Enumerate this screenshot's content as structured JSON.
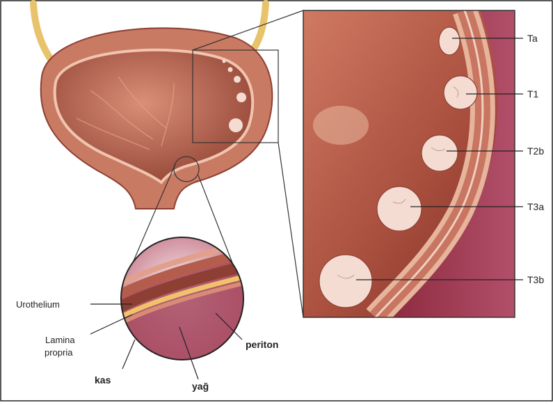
{
  "colors": {
    "tissue": "#c97a63",
    "tissue_dark": "#8e3f33",
    "lumen": "#b3614d",
    "fat": "#f0c36a",
    "backdrop": "#7b1f37",
    "tumor": "#f4dcd3",
    "ureter": "#e9c36c"
  },
  "detail": {
    "labels": {
      "ta": "Ta",
      "t1": "T1",
      "t2b": "T2b",
      "t3a": "T3a",
      "t3b": "T3b"
    }
  },
  "cross_section": {
    "labels": {
      "urothelium": "Urothelium",
      "lamina_line1": "Lamina",
      "lamina_line2": "propria",
      "kas": "kas",
      "yag": "yağ",
      "periton": "periton"
    }
  }
}
